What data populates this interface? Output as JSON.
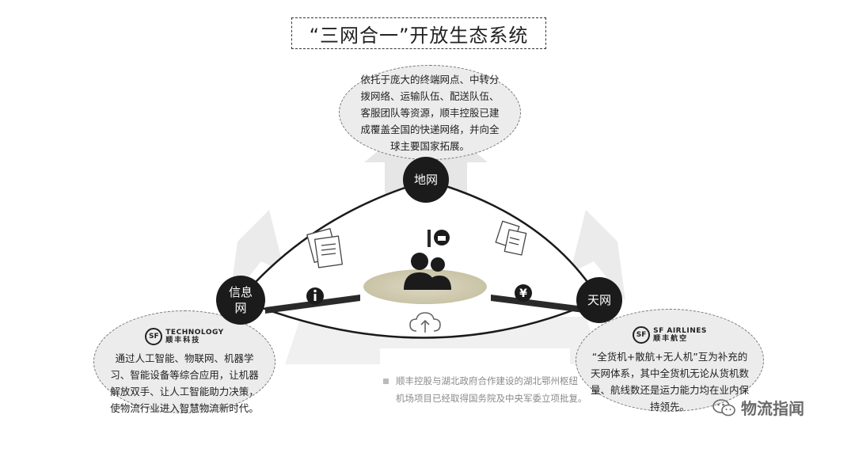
{
  "title": "“三网合一”开放生态系统",
  "nodes": {
    "top": "地网",
    "left_line1": "信息",
    "left_line2": "网",
    "right": "天网"
  },
  "bubbles": {
    "top": "依托于庞大的终端网点、中转分拨网络、运输队伍、配送队伍、客服团队等资源，顺丰控股已建成覆盖全国的快递网络，并向全球主要国家拓展。",
    "left": "通过人工智能、物联网、机器学习、智能设备等综合应用，让机器解放双手、让人工智能助力决策，使物流行业进入智慧物流新时代。",
    "right": "“全货机+散航+无人机”互为补充的天网体系，其中全货机无论从货机数量、航线数还是运力能力均在业内保持领先。"
  },
  "logos": {
    "left": {
      "mark": "SF",
      "en": "TECHNOLOGY",
      "cn": "顺丰科技"
    },
    "right": {
      "mark": "SF",
      "en": "SF AIRLINES",
      "cn": "顺丰航空"
    }
  },
  "note": {
    "line1": "顺丰控股与湖北政府合作建设的湖北鄂州枢纽",
    "line2": "机场项目已经取得国务院及中央军委立项批复。"
  },
  "watermark": "物流指闻",
  "colors": {
    "node": "#1b1b1b",
    "bubble": "#ececec",
    "platform": "#d2cdb4",
    "arrow": "#e4e4e4"
  },
  "icons": [
    "documents-icon",
    "cargo-box-icon",
    "receipts-icon",
    "people-icon",
    "info-icon",
    "yen-icon",
    "cloud-upload-icon",
    "wechat-icon"
  ]
}
